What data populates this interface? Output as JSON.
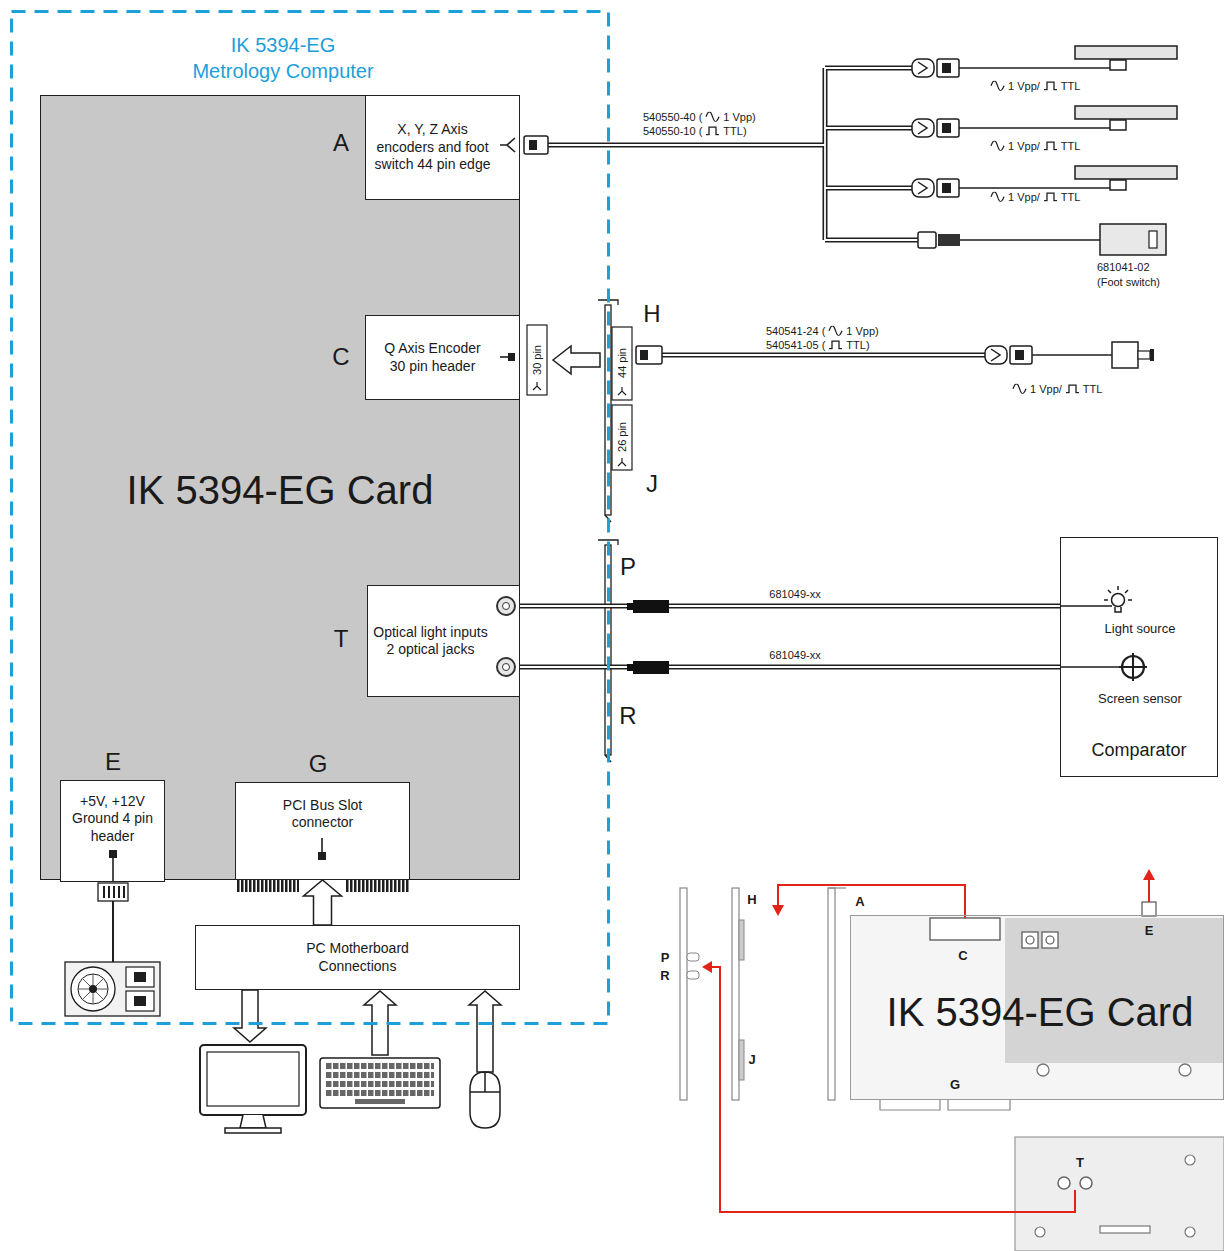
{
  "diagram": {
    "nodes": [
      {
        "text": [
          "IK 5394-EG Metrology Computer"
        ]
      },
      {
        "text": [
          "IK 5394-EG Card"
        ],
        "in": 0
      },
      {
        "text": [
          "X, Y, Z Axis encoders and foot switch 44 pin edge"
        ],
        "in": 1
      },
      {
        "text": [
          "Q Axis Encoder 30 pin header"
        ],
        "in": 1
      },
      {
        "text": [
          "Optical light inputs 2 optical jacks"
        ],
        "in": 1
      },
      {
        "text": [
          "+5V, +12V Ground 4 pin header"
        ],
        "in": 1
      },
      {
        "text": [
          "PCI Bus Slot connector"
        ],
        "in": 1
      },
      {
        "text": [
          "PC Motherboard Connections"
        ],
        "in": 0
      },
      {
        "text": [
          "Light source",
          "Screen sensor",
          "Comparator"
        ]
      },
      {
        "text": [
          "IK 5394-EG Card"
        ]
      }
    ],
    "edges": [
      {
        "from": 7,
        "to": 6,
        "arrow": "to"
      },
      {
        "from": 4,
        "to": 8,
        "arrow": "none",
        "label": "681049-xx"
      },
      {
        "from": 4,
        "to": 8,
        "arrow": "none",
        "label": "681049-xx"
      }
    ],
    "labels": [
      "A",
      "540550-40 (",
      "1 Vpp)",
      "540550-10 (",
      "TTL)",
      "1 Vpp/",
      "TTL",
      "1 Vpp/",
      "TTL",
      "1 Vpp/",
      "TTL",
      "681041-02",
      "(Foot switch)",
      "C",
      "30 pin",
      "H",
      "44 pin",
      "26 pin",
      "J",
      "540541-24 (",
      "1 Vpp)",
      "540541-05 (",
      "TTL)",
      "1 Vpp/",
      "TTL",
      "P",
      "T",
      "R",
      "E",
      "G",
      "C",
      "E",
      "H",
      "A",
      "P",
      "R",
      "J",
      "G",
      "T"
    ]
  }
}
